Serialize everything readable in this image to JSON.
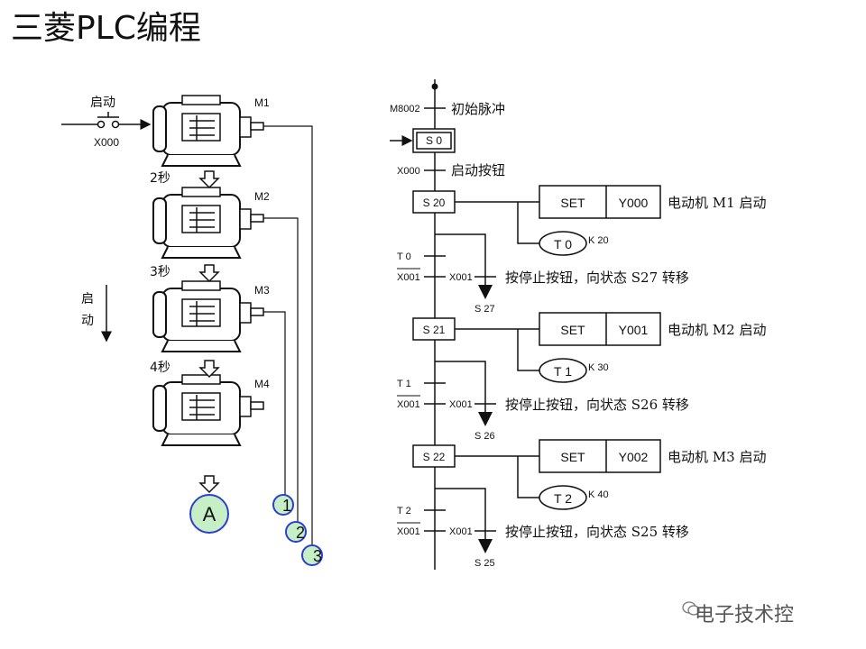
{
  "title": "三菱PLC编程",
  "left": {
    "start_label": "启动",
    "switch_label": "X000",
    "motors": [
      "M1",
      "M2",
      "M3",
      "M4"
    ],
    "delays": [
      "2秒",
      "3秒",
      "4秒"
    ],
    "start_vertical": [
      "启",
      "动"
    ],
    "connector": "A",
    "terminals": [
      "1",
      "2",
      "3"
    ]
  },
  "right": {
    "m8002": "M8002",
    "init_pulse": "初始脉冲",
    "s0": "S 0",
    "x000": "X000",
    "start_btn": "启动按钮",
    "steps": [
      {
        "state": "S 20",
        "set": "SET",
        "out": "Y000",
        "desc": "电动机 M1 启动",
        "timer": "T 0",
        "k": "K 20",
        "t_contact": "T 0",
        "x_contact": "X001",
        "x_contact2": "X001",
        "stop_desc": "按停止按钮，向状态 S27 转移",
        "target": "S 27"
      },
      {
        "state": "S 21",
        "set": "SET",
        "out": "Y001",
        "desc": "电动机 M2 启动",
        "timer": "T 1",
        "k": "K 30",
        "t_contact": "T 1",
        "x_contact": "X001",
        "x_contact2": "X001",
        "stop_desc": "按停止按钮，向状态 S26 转移",
        "target": "S 26"
      },
      {
        "state": "S 22",
        "set": "SET",
        "out": "Y002",
        "desc": "电动机 M3 启动",
        "timer": "T 2",
        "k": "K 40",
        "t_contact": "T 2",
        "x_contact": "X001",
        "x_contact2": "X001",
        "stop_desc": "按停止按钮，向状态 S25 转移",
        "target": "S 25"
      }
    ]
  },
  "watermark": "电子技术控"
}
